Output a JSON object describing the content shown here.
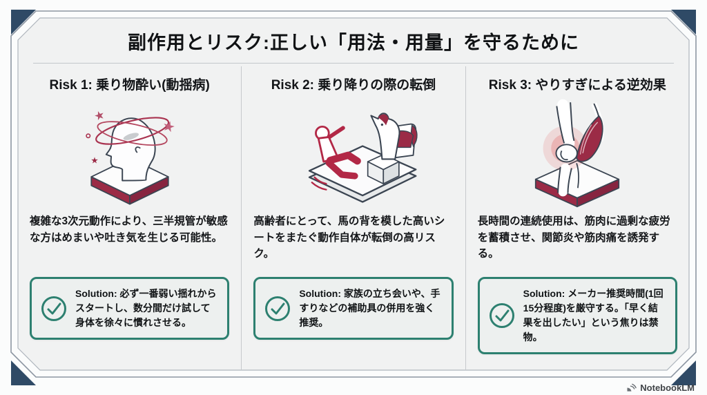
{
  "slide": {
    "title": "副作用とリスク:正しい「用法・用量」を守るために",
    "columns": [
      {
        "header": "Risk 1: 乗り物酔い(動揺病)",
        "illustration": "dizzy-head",
        "body": "複雑な3次元動作により、三半規管が敏感な方はめまいや吐き気を生じる可能性。",
        "solution": "Solution: 必ず一番弱い揺れからスタートし、数分間だけ試して身体を徐々に慣れさせる。"
      },
      {
        "header": "Risk 2: 乗り降りの際の転倒",
        "illustration": "horse-fall",
        "body": "高齢者にとって、馬の背を模した高いシートをまたぐ動作自体が転倒の高リスク。",
        "solution": "Solution: 家族の立ち会いや、手すりなどの補助具の併用を強く推奨。"
      },
      {
        "header": "Risk 3: やりすぎによる逆効果",
        "illustration": "knee-strain",
        "body": "長時間の連続使用は、筋肉に過剰な疲労を蓄積させ、関節炎や筋肉痛を誘発する。",
        "solution": "Solution: メーカー推奨時間(1回15分程度)を厳守する。「早く結果を出したい」という焦りは禁物。"
      }
    ],
    "watermark": "NotebookLM",
    "icons": {
      "solution_check": "check-circle-icon",
      "watermark_logo": "notebooklm-logo-icon"
    },
    "colors": {
      "accent_teal": "#2d8070",
      "maroon": "#9b2b46",
      "crimson": "#b22846",
      "navy_corner": "#2f4a66",
      "slide_bg": "#f1f2f2",
      "outline": "#3b4552"
    }
  }
}
